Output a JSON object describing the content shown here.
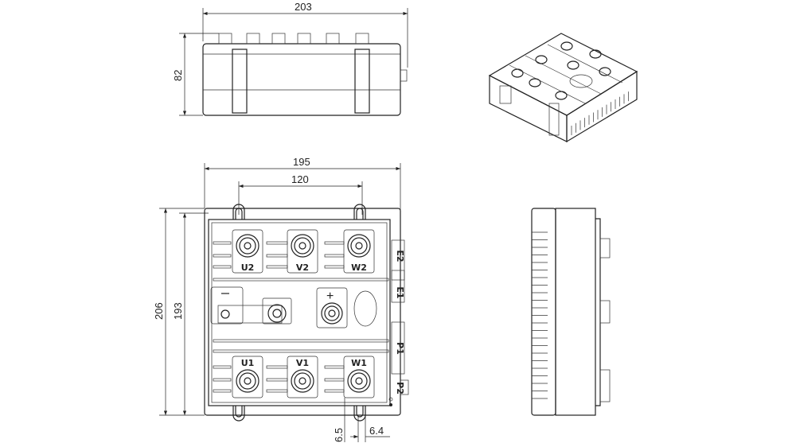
{
  "dimensions": {
    "front_width": "203",
    "front_height": "82",
    "plan_width": "195",
    "hole_spacing": "120",
    "plan_height_outer": "206",
    "plan_height_inner": "193",
    "slot_offset": "6.5",
    "slot_width": "6.4"
  },
  "terminals": {
    "top_row": [
      "U2",
      "V2",
      "W2"
    ],
    "bottom_row": [
      "U1",
      "V1",
      "W1"
    ],
    "minus": "−",
    "plus": "+"
  },
  "side_connectors": [
    "E2",
    "E1",
    "P1",
    "P2"
  ]
}
